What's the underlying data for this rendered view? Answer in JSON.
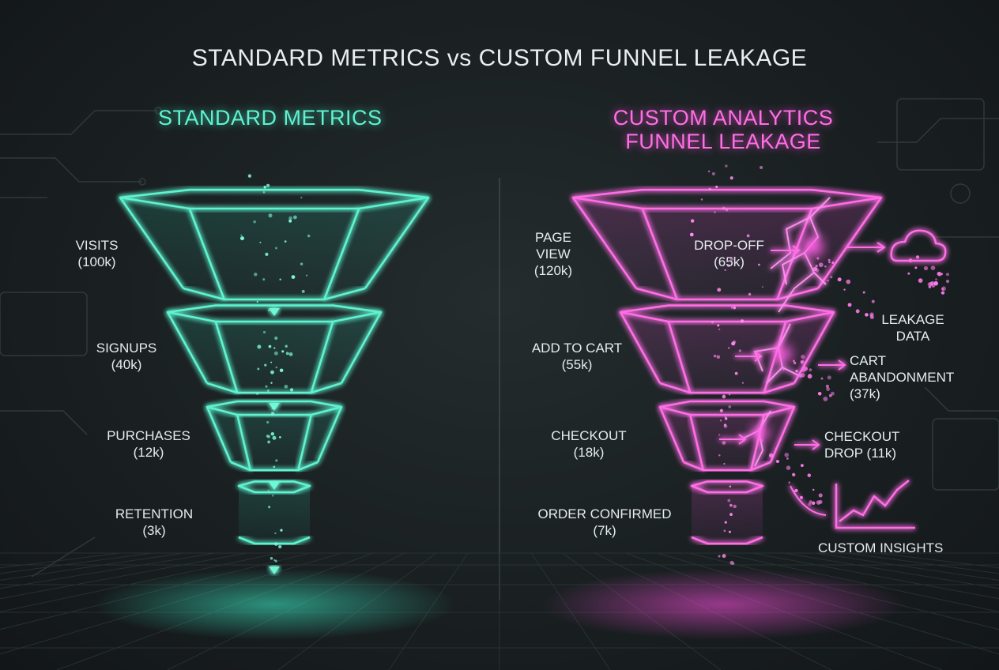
{
  "title": "STANDARD METRICS vs CUSTOM FUNNEL LEAKAGE",
  "standard": {
    "heading": "STANDARD METRICS",
    "stages": [
      {
        "name": "VISITS",
        "value": "(100k)"
      },
      {
        "name": "SIGNUPS",
        "value": "(40k)"
      },
      {
        "name": "PURCHASES",
        "value": "(12k)"
      },
      {
        "name": "RETENTION",
        "value": "(3k)"
      }
    ]
  },
  "custom": {
    "heading_line1": "CUSTOM ANALYTICS",
    "heading_line2": "FUNNEL LEAKAGE",
    "stages": [
      {
        "line1": "PAGE",
        "line2": "VIEW",
        "value": "(120k)"
      },
      {
        "line1": "ADD TO CART",
        "value": "(55k)"
      },
      {
        "line1": "CHECKOUT",
        "value": "(18k)"
      },
      {
        "line1": "ORDER CONFIRMED",
        "value": "(7k)"
      }
    ],
    "dropoff": {
      "name": "DROP-OFF",
      "value": "(65k)"
    },
    "leakage": {
      "line1": "LEAKAGE",
      "line2": "DATA"
    },
    "cart_abandonment": {
      "line1": "CART",
      "line2": "ABANDONMENT",
      "value": "(37k)"
    },
    "checkout_drop": {
      "line1": "CHECKOUT",
      "line2": "DROP (11k)"
    },
    "insights": "CUSTOM INSIGHTS"
  },
  "colors": {
    "standard_accent": "#5ff3cf",
    "custom_accent": "#ff5fe4",
    "background": "#1a2022",
    "text": "#e6ecee"
  },
  "icons": [
    "cloud-icon",
    "trend-chart-icon",
    "flow-arrow-icon"
  ]
}
